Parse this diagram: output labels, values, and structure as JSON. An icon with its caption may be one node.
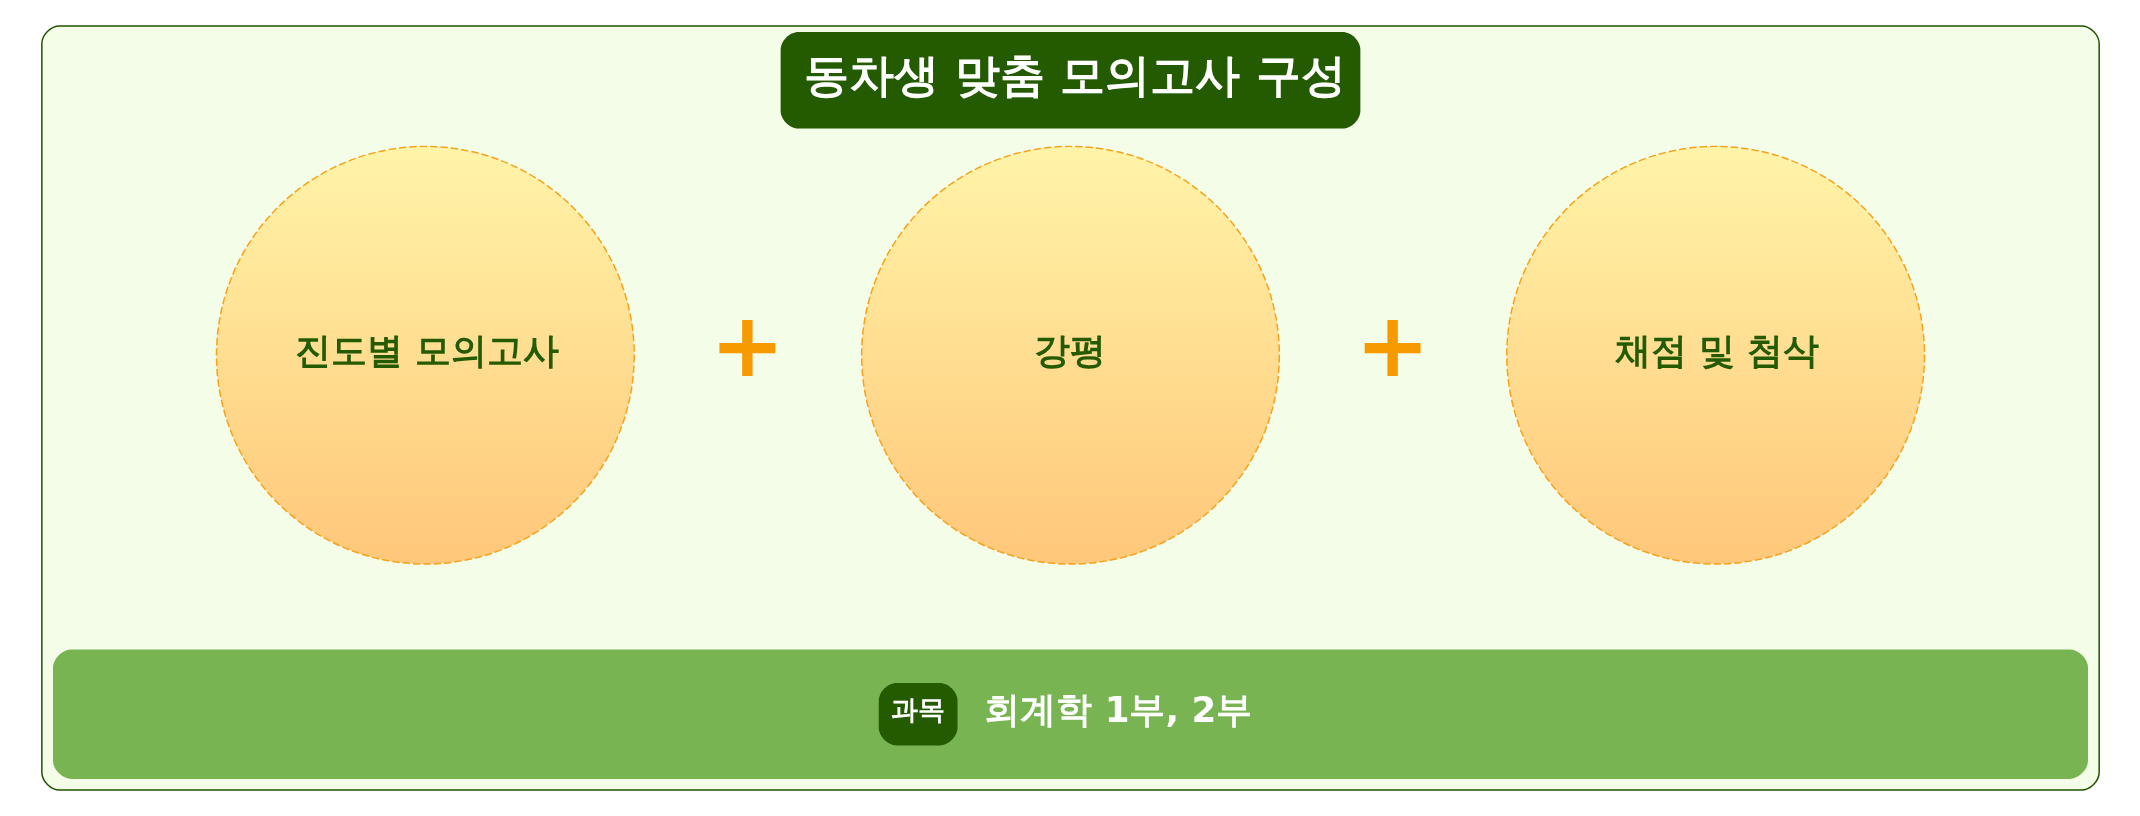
{
  "diagram": {
    "nodes": [
      {
        "text": [
          "동차생 맞춤 모의고사 구성"
        ]
      },
      {
        "text": [
          "진도별 모의고사"
        ],
        "in": 0
      },
      {
        "text": [
          "강평"
        ],
        "in": 0
      },
      {
        "text": [
          "채점 및 첨삭"
        ],
        "in": 0
      },
      {
        "text": [
          "과목",
          "회계학 1부, 2부"
        ],
        "in": 0
      }
    ],
    "edges": [],
    "labels": [
      "+",
      "+"
    ]
  }
}
